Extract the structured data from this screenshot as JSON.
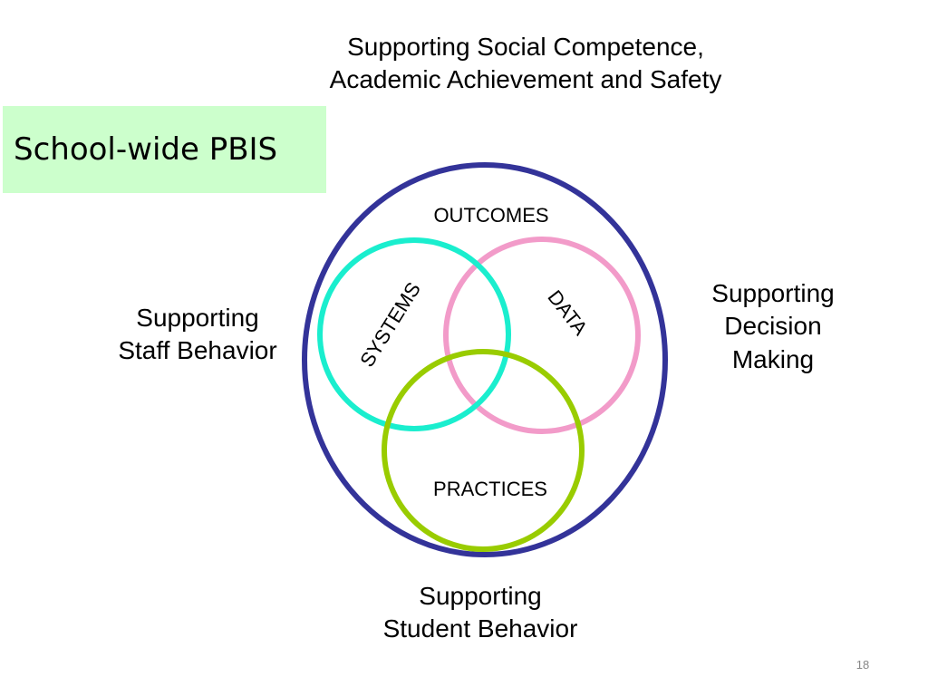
{
  "slide": {
    "title": "School-wide PBIS",
    "top_caption": [
      "Supporting Social Competence,",
      "Academic Achievement and Safety"
    ],
    "left_caption": [
      "Supporting",
      "Staff Behavior"
    ],
    "right_caption": [
      "Supporting",
      "Decision",
      "Making"
    ],
    "bottom_caption": [
      "Supporting",
      "Student Behavior"
    ],
    "page_number": "18"
  },
  "diagram": {
    "outer_label": "OUTCOMES",
    "circles": {
      "systems": "SYSTEMS",
      "data": "DATA",
      "practices": "PRACTICES"
    }
  },
  "colors": {
    "title_background": "#ccffcc",
    "outer_ring": "#333399",
    "systems_ring": "#1aeece",
    "data_ring": "#f29bc9",
    "practices_ring": "#99cc00"
  }
}
